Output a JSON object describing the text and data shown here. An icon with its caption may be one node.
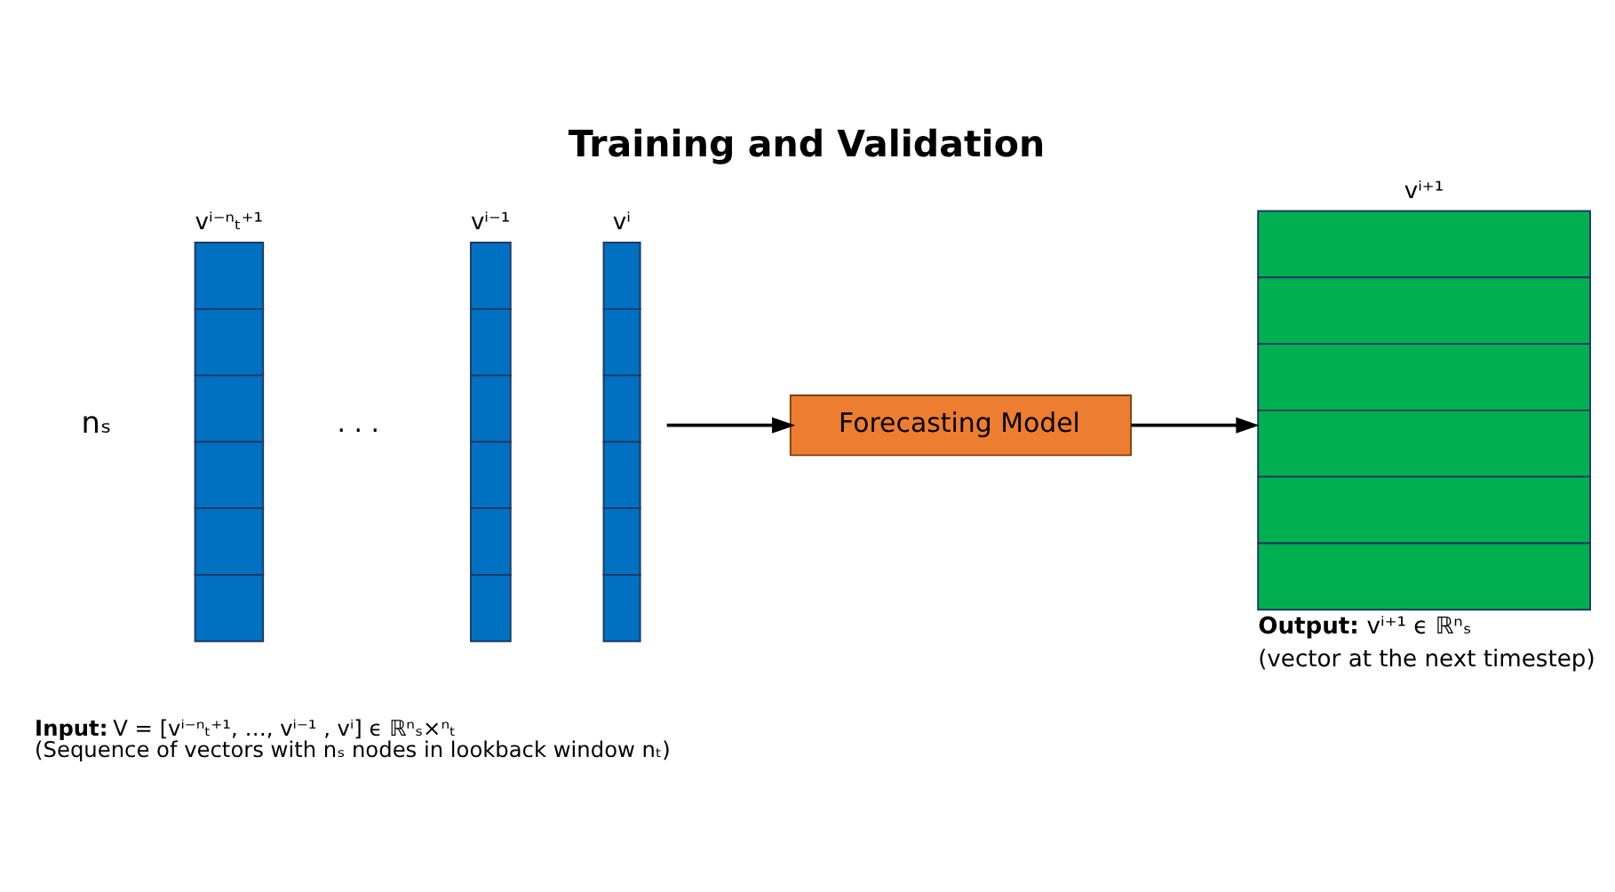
{
  "diagram": {
    "title": "Training and Validation",
    "nodes": [
      {
        "text": [
          "vⁱ⁻ⁿₜ⁺¹"
        ]
      },
      {
        "text": [
          "vⁱ⁻¹"
        ]
      },
      {
        "text": [
          "vⁱ"
        ]
      },
      {
        "text": [
          "Forecasting Model"
        ]
      },
      {
        "text": [
          "vⁱ⁺¹"
        ],
        "beside": [
          "**Output:** vⁱ⁺¹ ϵ ℝⁿₛ",
          "(vector at the next timestep)"
        ]
      }
    ],
    "edges": [
      {
        "from": 2,
        "to": 3,
        "arrow": "to"
      },
      {
        "from": 3,
        "to": 4,
        "arrow": "to"
      }
    ],
    "labels": [
      "nₛ",
      ". . .",
      "**Input:** V = [vⁱ⁻ⁿₜ⁺¹, …, vⁱ⁻¹ , vⁱ] ϵ ℝⁿₛ×ⁿₜ",
      "(Sequence of vectors with nₛ nodes in lookback window nₜ)"
    ]
  }
}
